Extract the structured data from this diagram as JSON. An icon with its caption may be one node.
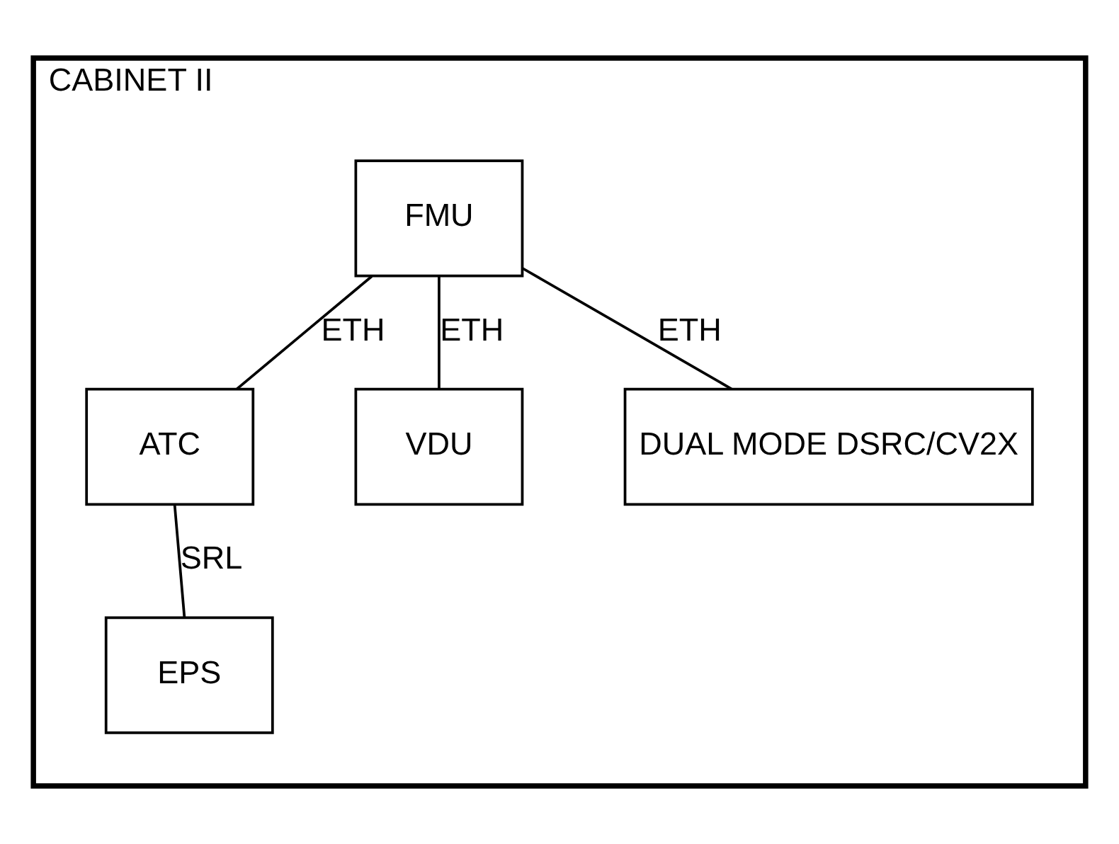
{
  "diagram": {
    "nodes": [
      {
        "text": [
          "CABINET II"
        ]
      },
      {
        "text": [
          "FMU"
        ],
        "in": 0
      },
      {
        "text": [
          "ATC"
        ],
        "in": 0
      },
      {
        "text": [
          "VDU"
        ],
        "in": 0
      },
      {
        "text": [
          "EPS"
        ],
        "in": 0
      },
      {
        "text": [
          "DUAL MODE DSRC/CV2X"
        ],
        "in": 0
      }
    ],
    "edges": [
      {
        "from": 1,
        "to": 2,
        "arrow": "none",
        "label": "ETH"
      },
      {
        "from": 1,
        "to": 3,
        "arrow": "none",
        "label": "ETH"
      },
      {
        "from": 1,
        "to": 5,
        "arrow": "none",
        "label": "ETH"
      },
      {
        "from": 2,
        "to": 4,
        "arrow": "none",
        "label": "SRL"
      }
    ]
  }
}
